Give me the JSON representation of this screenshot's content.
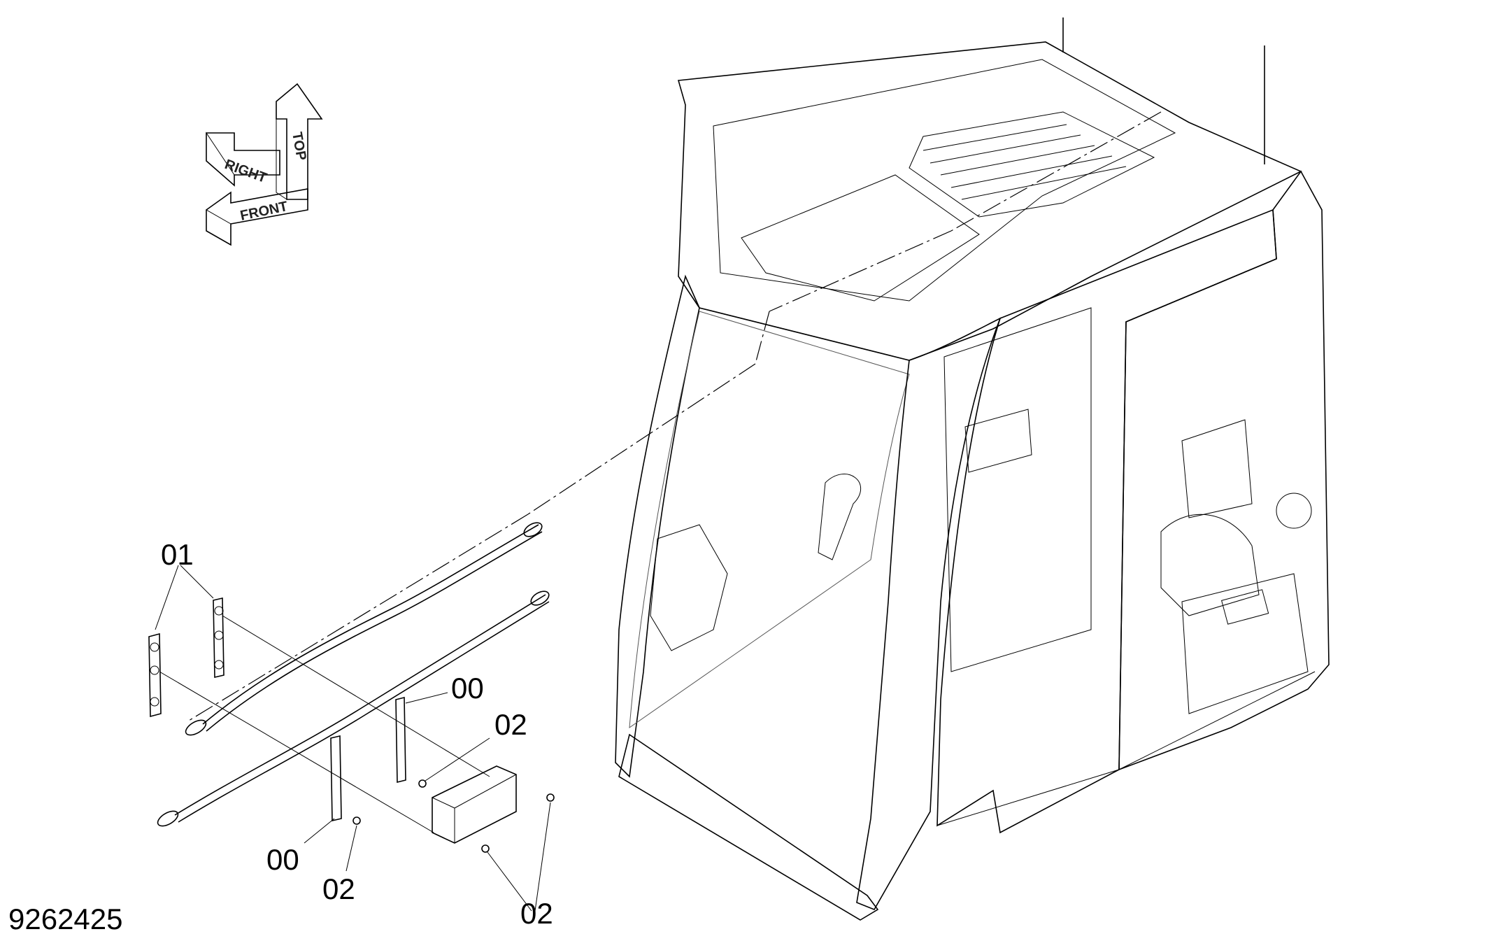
{
  "orientation_indicator": {
    "labels": [
      "RIGHT",
      "TOP",
      "FRONT"
    ]
  },
  "callouts": {
    "c01": "01",
    "c00_upper": "00",
    "c02_upper": "02",
    "c00_lower": "00",
    "c02_lower_left": "02",
    "c02_lower_right": "02"
  },
  "figure_number": "9262425"
}
